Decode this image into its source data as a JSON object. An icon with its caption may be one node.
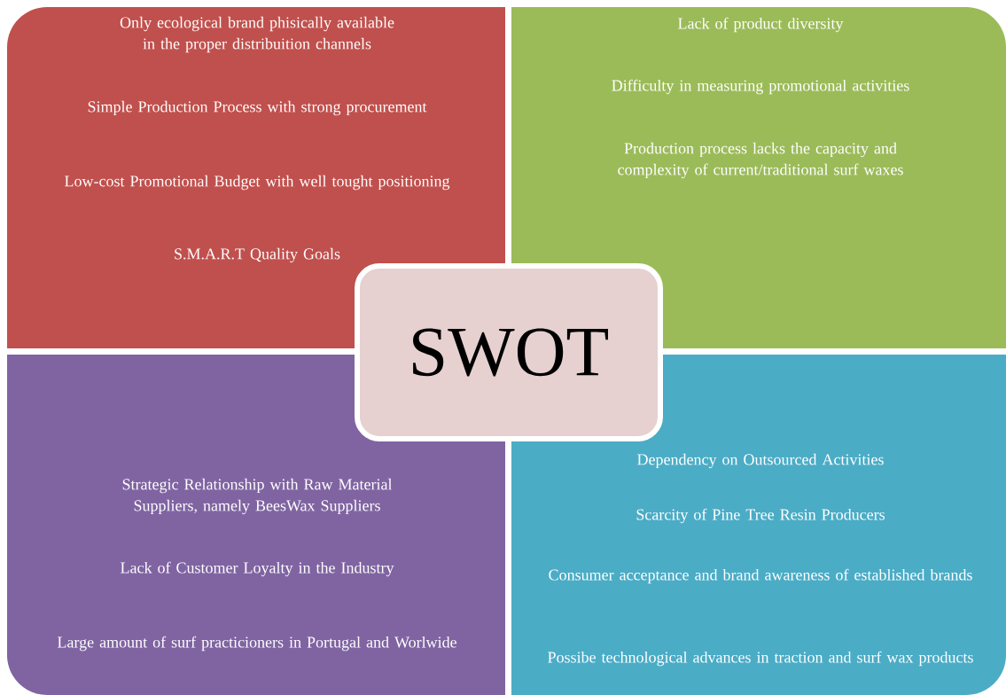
{
  "diagram": {
    "nodes": [
      {
        "text": [
          "Only ecological brand phisically available in the proper distribuition channels",
          "Simple Production Process with strong procurement",
          "Low-cost Promotional Budget with well tought positioning",
          "S.M.A.R.T Quality Goals"
        ]
      },
      {
        "text": [
          "Lack of product diversity",
          "Difficulty in measuring promotional activities",
          "Production process lacks the capacity and complexity of current/traditional surf waxes"
        ]
      },
      {
        "text": [
          "SWOT"
        ]
      },
      {
        "text": [
          "Strategic Relationship with Raw Material Suppliers, namely BeesWax Suppliers",
          "Lack of Customer Loyalty in the Industry",
          "Large amount of surf practicioners in Portugal and Worlwide"
        ]
      },
      {
        "text": [
          "Dependency on Outsourced Activities",
          "Scarcity of Pine Tree Resin Producers",
          "Consumer acceptance and brand awareness of established brands",
          "Possibe technological advances in traction and surf wax products"
        ]
      }
    ]
  }
}
